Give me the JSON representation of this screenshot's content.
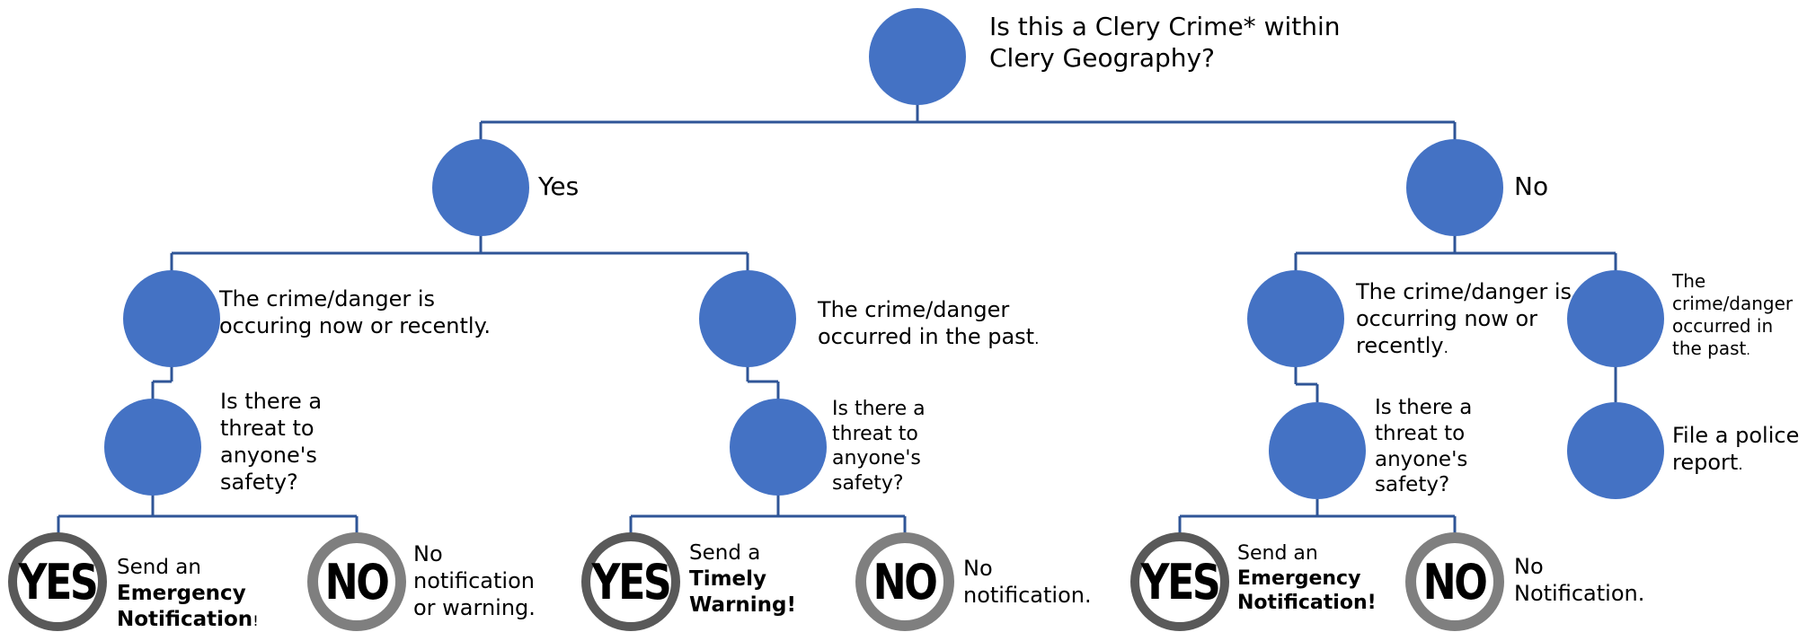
{
  "colors": {
    "node": "#4472c4",
    "connector": "#2f5597",
    "badge_yes_ring": "#595959",
    "badge_no_ring": "#7f7f7f"
  },
  "root": {
    "question": "Is this a Clery Crime* within\nClery Geography?"
  },
  "branches": {
    "yes": {
      "label": "Yes",
      "now": {
        "label": "The crime/danger is\noccuring now or recently.",
        "question": "Is there a\nthreat to\nanyone's\nsafety?",
        "yes_badge": "YES",
        "yes_outcome": {
          "pre": "Send an",
          "bold": "Emergency\nNotification",
          "post": "!"
        },
        "no_badge": "NO",
        "no_outcome": "No\nnotification\nor warning."
      },
      "past": {
        "label": "The crime/danger\noccurred in the past",
        "label_end": ".",
        "question": "Is there a\nthreat to\nanyone's\nsafety?",
        "yes_badge": "YES",
        "yes_outcome": {
          "pre": "Send a",
          "bold": "Timely\nWarning!"
        },
        "no_badge": "NO",
        "no_outcome": "No\nnotification."
      }
    },
    "no": {
      "label": "No",
      "now": {
        "label": "The crime/danger is\noccurring now or\nrecently",
        "label_end": ".",
        "question": "Is there a\nthreat to\nanyone's\nsafety?",
        "yes_badge": "YES",
        "yes_outcome": {
          "pre": "Send an",
          "bold": "Emergency\nNotification!"
        },
        "no_badge": "NO",
        "no_outcome": "No\nNotification."
      },
      "past": {
        "label": "The\ncrime/danger\noccurred in\nthe past",
        "label_end": ".",
        "action": "File a police\nreport",
        "action_end": "."
      }
    }
  }
}
